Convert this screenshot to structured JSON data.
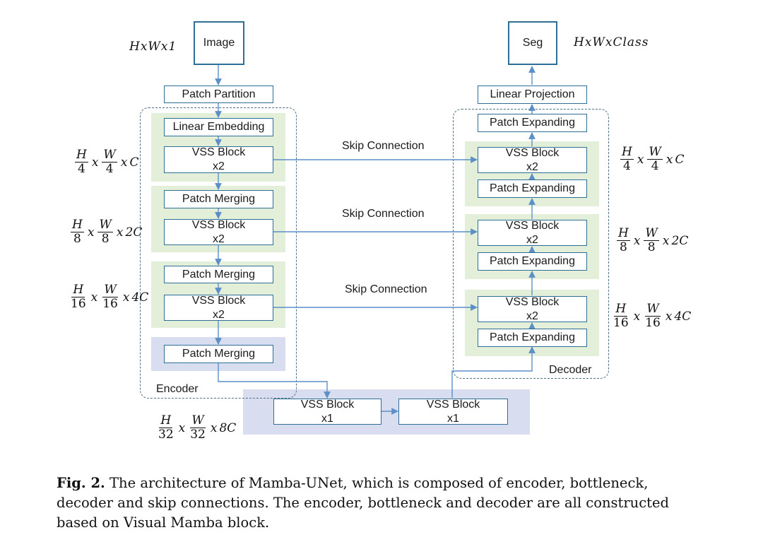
{
  "dims": {
    "input": "HxWx1",
    "output": "HxWxClass",
    "s4": {
      "h": "H",
      "hd": "4",
      "w": "W",
      "wd": "4",
      "c": "C"
    },
    "s8": {
      "h": "H",
      "hd": "8",
      "w": "W",
      "wd": "8",
      "c": "2C"
    },
    "s16": {
      "h": "H",
      "hd": "16",
      "w": "W",
      "wd": "16",
      "c": "4C"
    },
    "s32": {
      "h": "H",
      "hd": "32",
      "w": "W",
      "wd": "32",
      "c": "8C"
    },
    "times": "x"
  },
  "blocks": {
    "image": "Image",
    "seg": "Seg",
    "patch_partition": "Patch Partition",
    "linear_embedding": "Linear Embedding",
    "linear_projection": "Linear Projection",
    "vss_block": "VSS Block",
    "x2": "x2",
    "x1": "x1",
    "patch_merging": "Patch Merging",
    "patch_expanding": "Patch Expanding"
  },
  "labels": {
    "encoder": "Encoder",
    "decoder": "Decoder",
    "skip": "Skip Connection"
  },
  "caption": {
    "label": "Fig. 2.",
    "text": "The architecture of Mamba-UNet, which is composed of encoder, bottleneck, decoder and skip connections. The encoder, bottleneck and decoder are all constructed based on Visual Mamba block."
  },
  "colors": {
    "box_border": "#2e6f98",
    "stage_green": "#e3efd8",
    "stage_lavender": "#d8deef",
    "arrow": "#5b8fc8"
  }
}
